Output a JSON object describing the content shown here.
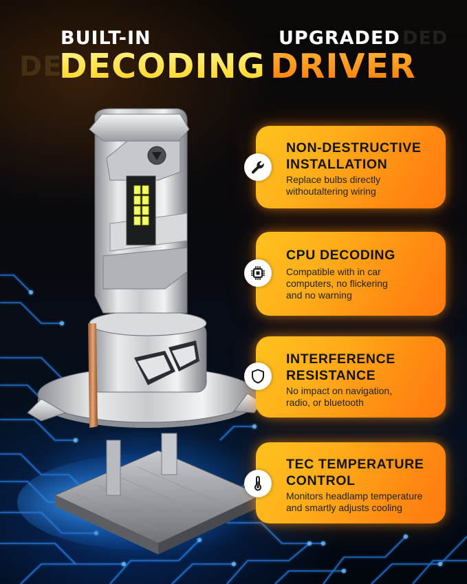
{
  "headline": {
    "line1_left": "BUILT-IN",
    "line1_right": "UPGRADED",
    "line1_right_ghost": "DED",
    "line2_left": "DECODING",
    "line2_right": "DRIVER",
    "line2_left_ghost": "DE"
  },
  "colors": {
    "headline_yellow": "#ffd21a",
    "headline_orange": "#ff8a00",
    "card_start": "#ffc21e",
    "card_end": "#ff7a10",
    "circuit_blue": "#2a8cff"
  },
  "features": [
    {
      "icon": "wrench-icon",
      "title_line1": "NON-DESTRUCTIVE",
      "title_line2": "INSTALLATION",
      "desc_line1": "Replace bulbs directly",
      "desc_line2": "withoutaltering wiring"
    },
    {
      "icon": "chip-icon",
      "title_line1": "CPU DECODING",
      "desc_line1": "Compatible with in car",
      "desc_line2": "computers, no flickering",
      "desc_line3": "and no warning"
    },
    {
      "icon": "shield-icon",
      "title_line1": "INTERFERENCE",
      "title_line2": "RESISTANCE",
      "desc_line1": "No impact on navigation,",
      "desc_line2": "radio, or bluetooth"
    },
    {
      "icon": "thermometer-icon",
      "title_line1": "TEC TEMPERATURE",
      "title_line2": "CONTROL",
      "desc_line1": "Monitors headlamp temperature",
      "desc_line2": "and smartly adjusts cooling"
    }
  ]
}
